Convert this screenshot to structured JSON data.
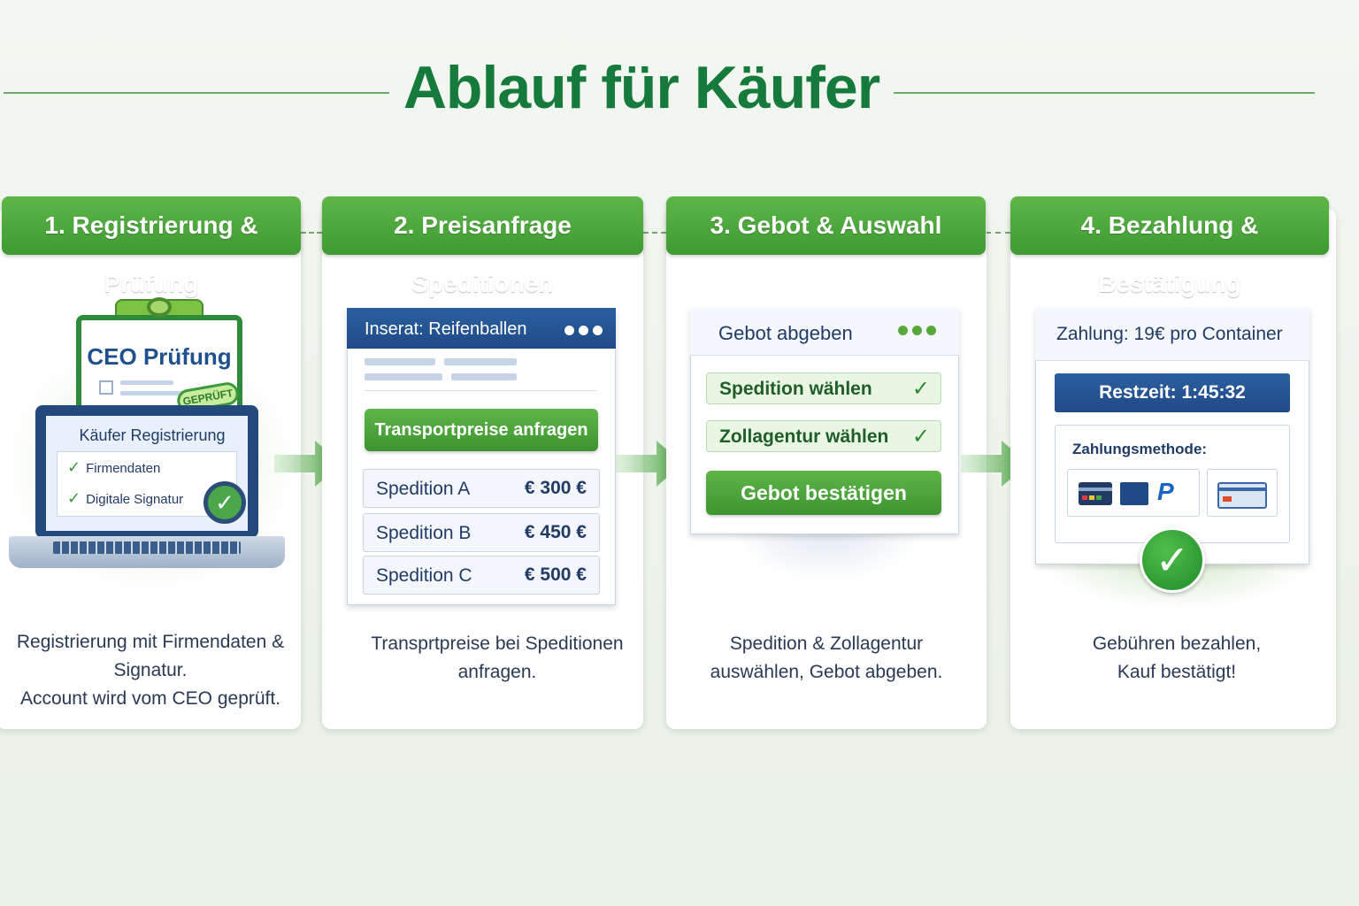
{
  "page": {
    "title": "Ablauf für Käufer"
  },
  "steps": [
    {
      "header": "1. Registrierung & Prüfung",
      "caption_lines": [
        "Registrierung mit Firmendaten &",
        "Signatur.",
        "Account wird vom CEO geprüft."
      ],
      "clipboard_title": "CEO Prüfung",
      "stamp": "GEPRÜFT",
      "laptop_title": "Käufer Registrierung",
      "checklist": [
        "Firmendaten",
        "Digitale Signatur"
      ]
    },
    {
      "header": "2. Preisanfrage Speditionen",
      "caption_lines": [
        "Transprtpreise bei Speditionen",
        "anfragen."
      ],
      "window_title": "Inserat: Reifenballen",
      "button": "Transportpreise anfragen",
      "quotes": [
        {
          "name": "Spedition A",
          "price": "€  300 €"
        },
        {
          "name": "Spedition B",
          "price": "€  450 €"
        },
        {
          "name": "Spedition C",
          "price": "€  500 €"
        }
      ]
    },
    {
      "header": "3. Gebot & Auswahl",
      "caption_lines": [
        "Spedition & Zollagentur",
        "auswählen, Gebot abgeben."
      ],
      "window_title": "Gebot abgeben",
      "options": [
        "Spedition wählen",
        "Zollagentur wählen"
      ],
      "button": "Gebot bestätigen"
    },
    {
      "header": "4. Bezahlung & Bestätigung",
      "caption_lines": [
        "Gebühren bezahlen,",
        "Kauf bestätigt!"
      ],
      "window_title": "Zahlung: 19€ pro Container",
      "timer": "Restzeit: 1:45:32",
      "payment_label": "Zahlungsmethode:",
      "payment_icons": [
        "credit-card-icon",
        "bank-icon",
        "paypal-icon",
        "card-icon"
      ]
    }
  ],
  "colors": {
    "accent_green": "#3f9a34",
    "title_green": "#167a3c",
    "navy": "#1f4a86"
  }
}
